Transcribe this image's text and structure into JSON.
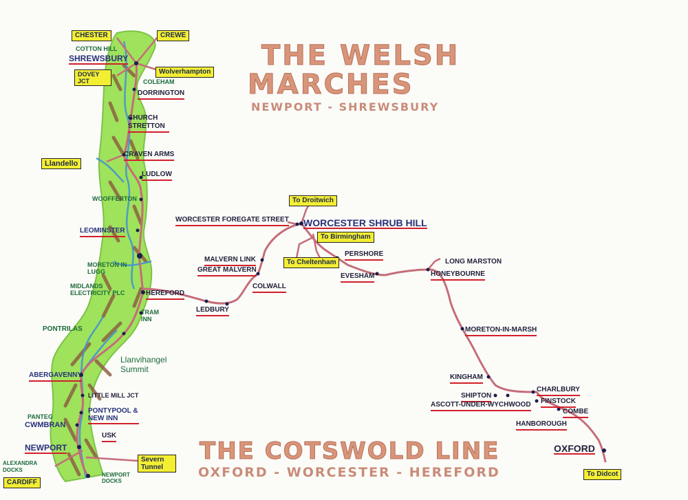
{
  "titles": {
    "welsh_1": "THE WELSH",
    "welsh_2": "MARCHES",
    "welsh_sub": "NEWPORT - SHREWSBURY",
    "cotswold_1": "THE COTSWOLD LINE",
    "cotswold_sub": "OXFORD - WORCESTER - HEREFORD"
  },
  "boxes": {
    "chester": "CHESTER",
    "crewe": "CREWE",
    "wolverhampton": "Wolverhampton",
    "dovey": "DOVEY JCT",
    "llandeilo": "Llandello",
    "severn": "Severn Tunnel",
    "cardiff": "CARDIFF",
    "droitwich": "To Droitwich",
    "birmingham": "To Birmingham",
    "cheltenham": "To Cheltenham",
    "didcot": "To Didcot"
  },
  "welsh_stations": {
    "cotton_hill": "COTTON HILL",
    "shrewsbury": "SHREWSBURY",
    "coleham": "COLEHAM",
    "dorrington": "DORRINGTON",
    "church_stretton": "CHURCH STRETTON",
    "craven_arms": "CRAVEN ARMS",
    "ludlow": "LUDLOW",
    "woofferton": "WOOFFERTON",
    "leominster": "LEOMINSTER",
    "moreton_lugg": "MORETON IN LUGG",
    "midlands_elec": "MIDLANDS ELECTRICITY PLC",
    "hereford": "HEREFORD",
    "tram_inn": "TRAM INN",
    "pontrilas": "PONTRILAS",
    "llanvihangel": "Llanvihangel Summit",
    "abergavenny": "ABERGAVENNY",
    "little_mill": "LITTLE MILL JCT",
    "pontypool": "PONTYPOOL & NEW INN",
    "panteg": "PANTEG",
    "cwmbran": "CWMBRAN",
    "usk": "USK",
    "newport": "NEWPORT",
    "alexandra": "ALEXANDRA DOCKS",
    "newport_docks": "NEWPORT DOCKS"
  },
  "cotswold_stations": {
    "worcester_foregate": "WORCESTER FOREGATE STREET",
    "worcester_shrub": "WORCESTER SHRUB HILL",
    "malvern_link": "MALVERN LINK",
    "great_malvern": "GREAT MALVERN",
    "colwall": "COLWALL",
    "ledbury": "LEDBURY",
    "pershore": "PERSHORE",
    "evesham": "EVESHAM",
    "long_marston": "LONG MARSTON",
    "honeybourne": "HONEYBOURNE",
    "moreton_marsh": "MORETON-IN-MARSH",
    "kingham": "KINGHAM",
    "shipton": "SHIPTON",
    "ascott": "ASCOTT-UNDER-WYCHWOOD",
    "charlbury": "CHARLBURY",
    "finstock": "FINSTOCK",
    "combe": "COMBE",
    "hanborough": "HANBOROUGH",
    "oxford": "OXFORD"
  },
  "colors": {
    "rail": "#c46d78",
    "land_green": "#9fe25c",
    "hills_brown": "#8a5a3e",
    "river_blue": "#3f8fd6",
    "highlight_box": "#f4ee33",
    "underline": "#d21f2a",
    "title": "#d8957a"
  }
}
